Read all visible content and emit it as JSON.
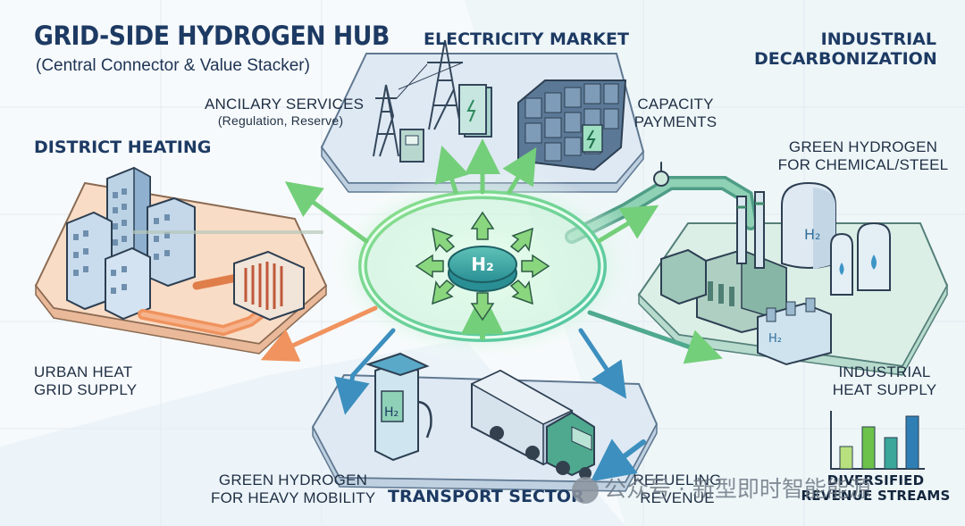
{
  "header": {
    "title": "GRID-SIDE HYDROGEN HUB",
    "subtitle": "(Central Connector & Value Stacker)"
  },
  "hub": {
    "label": "H₂"
  },
  "sections": {
    "electricity_market": "ELECTRICITY MARKET",
    "industrial_decarbonization": [
      "INDUSTRIAL",
      "DECARBONIZATION"
    ],
    "district_heating": "DISTRICT HEATING",
    "transport_sector": "TRANSPORT SECTOR"
  },
  "labels": {
    "ancillary_services": "ANCILARY SERVICES",
    "ancillary_services_detail": "(Regulation, Reserve)",
    "capacity_payments": [
      "CAPACITY",
      "PAYMENTS"
    ],
    "green_h2_chemical": [
      "GREEN HYDROGEN",
      "FOR CHEMICAL/STEEL"
    ],
    "industrial_heat": [
      "INDUSTRIAL",
      "HEAT SUPPLY"
    ],
    "urban_heat": [
      "URBAN HEAT",
      "GRID SUPPLY"
    ],
    "green_h2_mobility": [
      "GREEN HYDROGEN",
      "FOR HEAVY MOBILITY"
    ],
    "refueling_revenue": [
      "REFUELING",
      "REVENUE"
    ],
    "diversified_revenue": [
      "DIVERSIFIED",
      "REVENUE STREAMS"
    ]
  },
  "badges": {
    "tank": "H₂",
    "cylinder": "H₂",
    "pump": "H₂"
  },
  "watermark": "公众号 · 新型即时智能能源",
  "colors": {
    "navy": "#1d3a63",
    "teal": "#3aa79a",
    "green": "#6cc24a",
    "platform_blue": "#dde9f4",
    "platform_orange": "#f8d9c4",
    "platform_green": "#dcefe7",
    "pipe_orange": "#f0935e",
    "pipe_green": "#7fc7a2"
  }
}
